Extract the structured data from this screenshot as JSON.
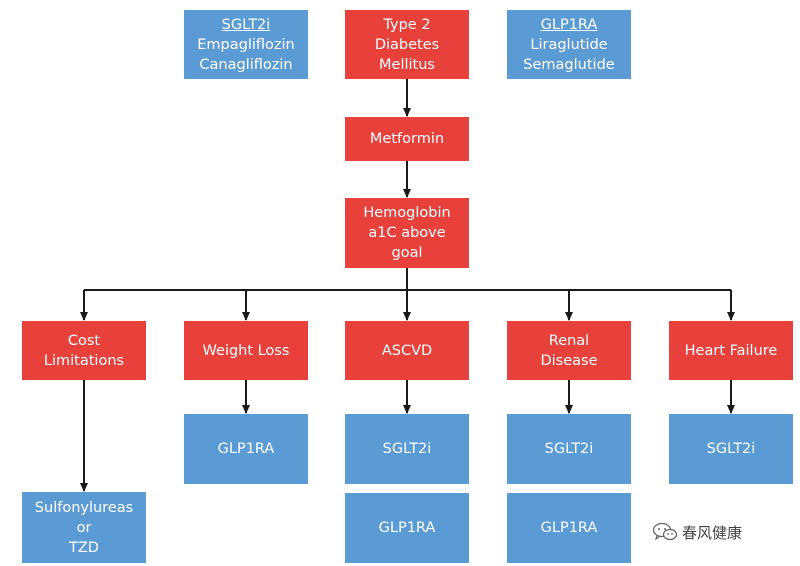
{
  "top": {
    "sglt2": {
      "heading": "SGLT2i",
      "line1": "Empagliflozin",
      "line2": "Canagliflozin"
    },
    "t2dm": {
      "line1": "Type 2",
      "line2": "Diabetes",
      "line3": "Mellitus"
    },
    "glp1": {
      "heading": "GLP1RA",
      "line1": "Liraglutide",
      "line2": "Semaglutide"
    }
  },
  "metformin": "Metformin",
  "a1c": {
    "line1": "Hemoglobin",
    "line2": "a1C above",
    "line3": "goal"
  },
  "conditions": {
    "cost": {
      "line1": "Cost",
      "line2": "Limitations"
    },
    "weight": "Weight Loss",
    "ascvd": "ASCVD",
    "renal": {
      "line1": "Renal",
      "line2": "Disease"
    },
    "hf": "Heart Failure"
  },
  "therapies": {
    "cost": {
      "line1": "Sulfonylureas",
      "line2": "or",
      "line3": "TZD"
    },
    "weight": "GLP1RA",
    "ascvd_1": "SGLT2i",
    "ascvd_2": "GLP1RA",
    "renal_1": "SGLT2i",
    "renal_2": "GLP1RA",
    "hf": "SGLT2i"
  },
  "watermark": {
    "text": "春风健康",
    "icon": "wechat-icon"
  },
  "colors": {
    "red": "#e8413c",
    "blue": "#5b9bd5",
    "line": "#1a1a1a"
  }
}
